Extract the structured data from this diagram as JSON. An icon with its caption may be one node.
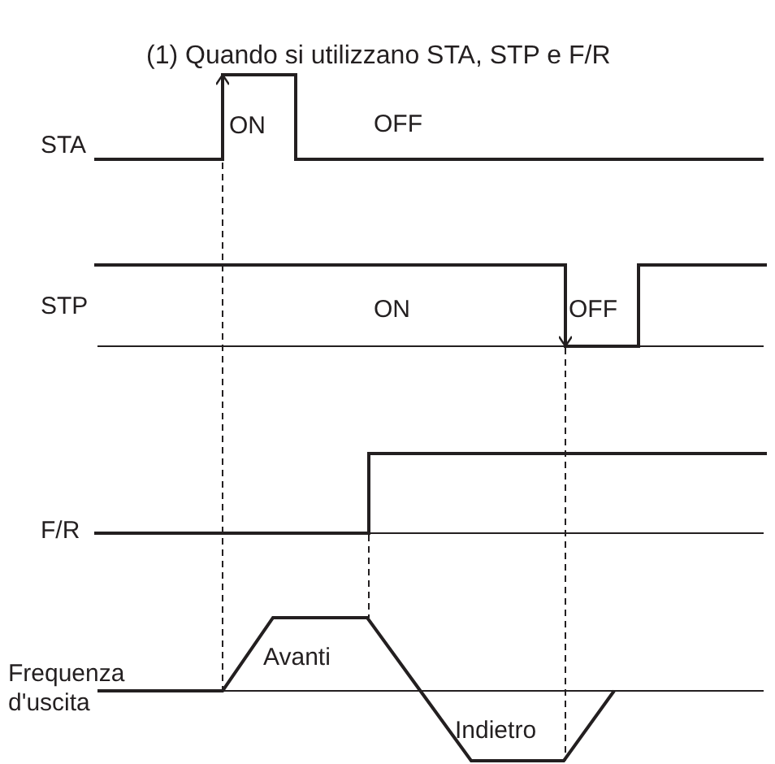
{
  "diagram": {
    "title": "(1) Quando si utilizzano STA, STP e F/R",
    "labels": [
      "STA",
      "ON",
      "OFF",
      "STP",
      "ON",
      "OFF",
      "F/R",
      "Avanti",
      "Frequenza d'uscita",
      "Indietro"
    ]
  }
}
